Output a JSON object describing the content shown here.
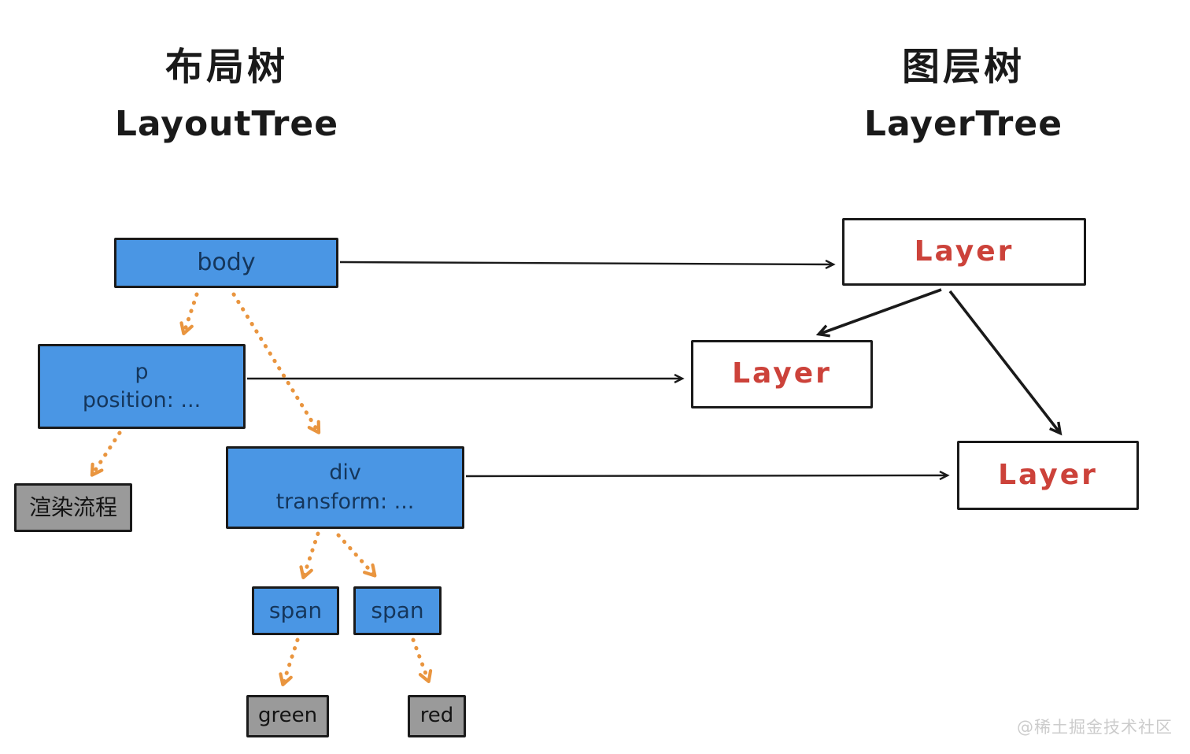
{
  "diagram": {
    "left_tree": {
      "title_cn": "布局树",
      "title_en": "LayoutTree",
      "nodes": {
        "body": "body",
        "p_line1": "p",
        "p_line2": "position: ...",
        "render_process": "渲染流程",
        "div_line1": "div",
        "div_line2": "transform: ...",
        "span_left": "span",
        "span_right": "span",
        "green": "green",
        "red": "red"
      }
    },
    "right_tree": {
      "title_cn": "图层树",
      "title_en": "LayerTree",
      "nodes": {
        "layer_top": "Layer",
        "layer_middle": "Layer",
        "layer_bottom": "Layer"
      }
    },
    "edges": [
      {
        "from": "body",
        "to": "layer_top",
        "style": "solid-black"
      },
      {
        "from": "p",
        "to": "layer_middle",
        "style": "solid-black"
      },
      {
        "from": "div",
        "to": "layer_bottom",
        "style": "solid-black"
      },
      {
        "from": "layer_top",
        "to": "layer_middle",
        "style": "solid-black-bold"
      },
      {
        "from": "layer_top",
        "to": "layer_bottom",
        "style": "solid-black-bold"
      },
      {
        "from": "body",
        "to": "p",
        "style": "dotted-orange"
      },
      {
        "from": "body",
        "to": "div",
        "style": "dotted-orange"
      },
      {
        "from": "p",
        "to": "render_process",
        "style": "dotted-orange"
      },
      {
        "from": "div",
        "to": "span_left",
        "style": "dotted-orange"
      },
      {
        "from": "div",
        "to": "span_right",
        "style": "dotted-orange"
      },
      {
        "from": "span_left",
        "to": "green",
        "style": "dotted-orange"
      },
      {
        "from": "span_right",
        "to": "red",
        "style": "dotted-orange"
      }
    ],
    "watermark": "@稀土掘金技术社区"
  },
  "colors": {
    "node_blue": "#4A96E4",
    "node_gray": "#9A9A9A",
    "node_text_dark": "#15365B",
    "layer_red": "#CC423A",
    "arrow_orange": "#E9953F",
    "arrow_black": "#1a1a1a",
    "watermark_gray": "#cccccc"
  }
}
